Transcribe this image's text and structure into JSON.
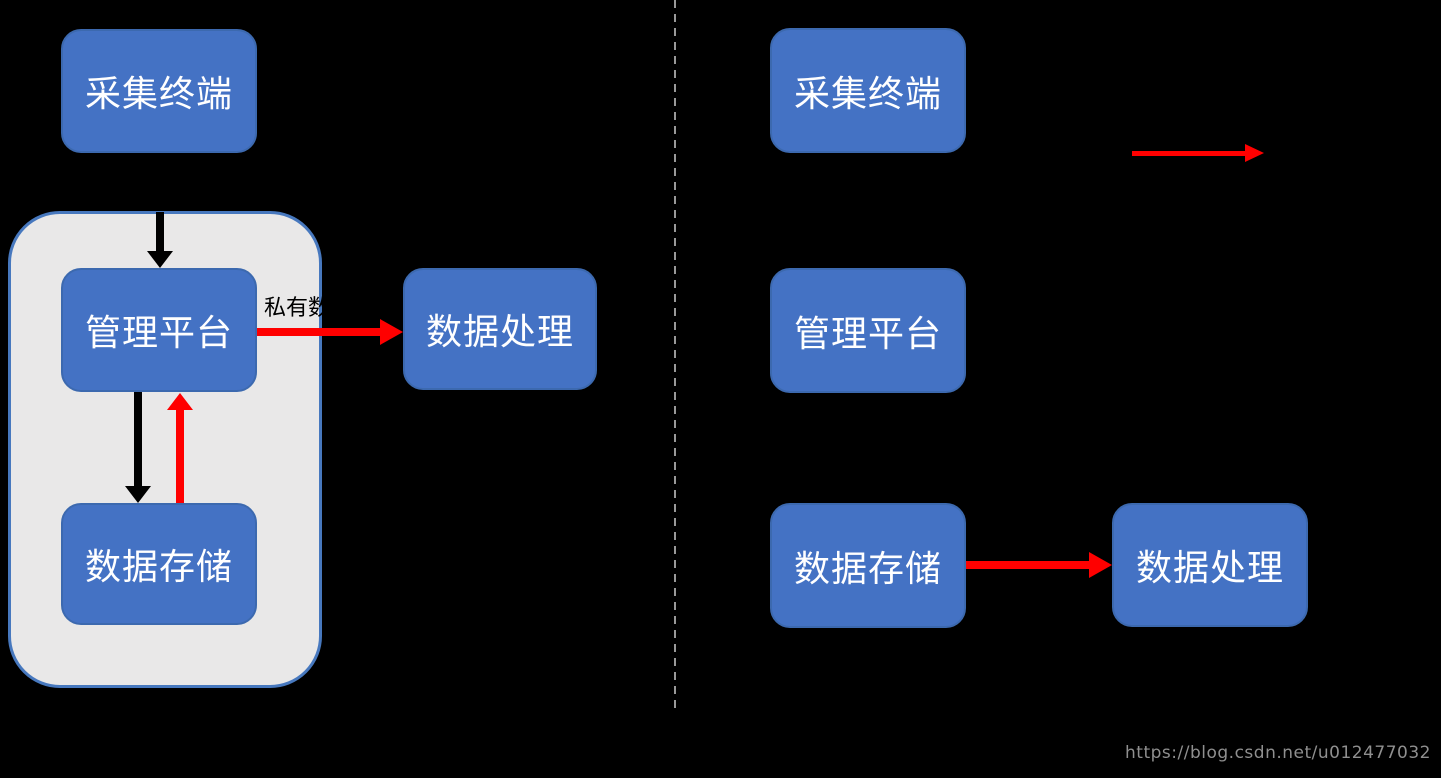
{
  "colors": {
    "background": "#000000",
    "node_fill": "#4472C4",
    "node_border": "#3C69AF",
    "container_fill": "#E9E8E8",
    "container_border": "#4778BE",
    "arrow_red": "#FF0000",
    "arrow_black": "#000000",
    "divider": "#999999",
    "watermark_text": "#8F8F8F"
  },
  "left_panel": {
    "collector_label": "采集终端",
    "platform_label": "管理平台",
    "storage_label": "数据存储",
    "processing_label": "数据处理",
    "edge_label": "私有数"
  },
  "right_panel": {
    "collector_label": "采集终端",
    "platform_label": "管理平台",
    "storage_label": "数据存储",
    "processing_label": "数据处理"
  },
  "footer": {
    "watermark": "https://blog.csdn.net/u012477032"
  }
}
